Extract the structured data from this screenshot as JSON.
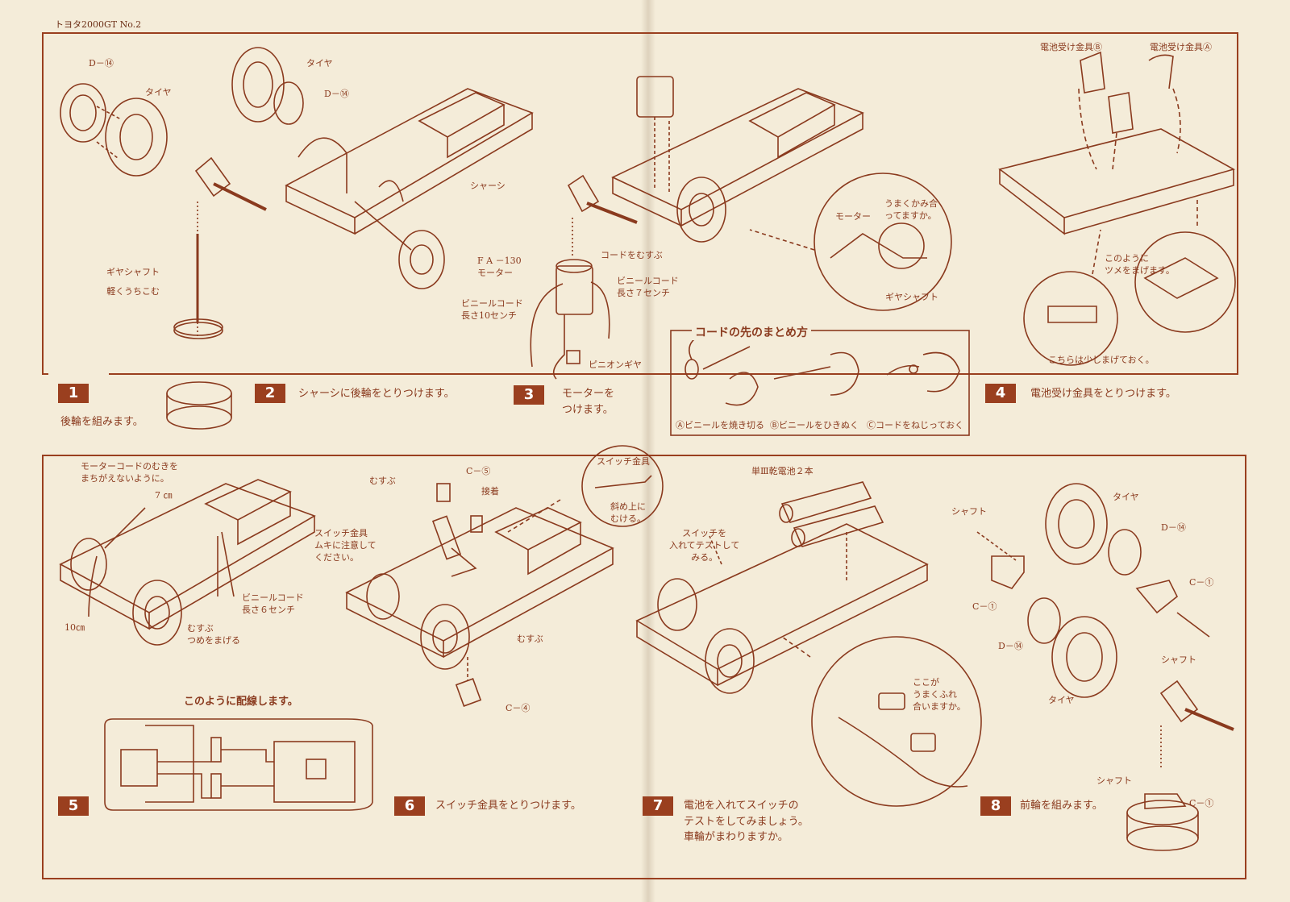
{
  "header": "トヨタ2000GT No.2",
  "steps": [
    {
      "number": "1",
      "caption": "後輪を組みます。"
    },
    {
      "number": "2",
      "caption": "シャーシに後輪をとりつけます。"
    },
    {
      "number": "3",
      "caption": "モーターを\nつけます。"
    },
    {
      "number": "4",
      "caption": "電池受け金具をとりつけます。"
    },
    {
      "number": "5",
      "caption": ""
    },
    {
      "number": "6",
      "caption": "スイッチ金具をとりつけます。"
    },
    {
      "number": "7",
      "caption": "電池を入れてスイッチの\nテストをしてみましょう。\n車輪がまわりますか。"
    },
    {
      "number": "8",
      "caption": "前輪を組みます。"
    }
  ],
  "labels": {
    "s1_d14": "D－⑭",
    "s1_tire": "タイヤ",
    "s1_gearshaft": "ギヤシャフト\n軽くうちこむ",
    "s2_tire": "タイヤ",
    "s2_d14": "D－⑭",
    "s2_chassis": "シャーシ",
    "s3_motor": "F A －130\nモーター",
    "s3_tie": "コードをむすぶ",
    "s3_cord7": "ビニールコード\n長さ７センチ",
    "s3_cord10": "ビニールコード\n長さ10センチ",
    "s3_pinion": "ピニオンギヤ",
    "s3_mesh": "うまくかみ合\nってますか。",
    "s3_motor2": "モーター",
    "s3_gearshaft": "ギヤシャフト",
    "s4_fitB": "電池受け金具Ⓑ",
    "s4_fitA": "電池受け金具Ⓐ",
    "s4_bend": "このように\nツメをまげます。",
    "s4_bendlittle": "こちらは少しまげておく。",
    "cord_box_title": "コードの先のまとめ方",
    "cord_box_a": "Ⓐビニールを焼き切る",
    "cord_box_b": "Ⓑビニールをひきぬく",
    "cord_box_c": "Ⓒコードをねじっておく",
    "s5_direction": "モーターコードのむきを\nまちがえないように。",
    "s5_7cm": "7 ㎝",
    "s5_10cm": "10㎝",
    "s5_cord6": "ビニールコード\n長さ６センチ",
    "s5_tie": "むすぶ\nつめをまげる",
    "s5_wiring": "このように配線します。",
    "s6_tie1": "むすぶ",
    "s6_c5": "C－⑤",
    "s6_glue": "接着",
    "s6_switch": "スイッチ金具\nムキに注意して\nください。",
    "s6_tie2": "むすぶ",
    "s6_c4": "C－④",
    "s6_bubble_title": "スイッチ金具",
    "s6_bubble_note": "斜め上に\nむける。",
    "s7_battery": "単Ⅲ乾電池２本",
    "s7_test": "スイッチを\n入れてテストして\nみる。",
    "s7_contact": "ここが\nうまくふれ\n合いますか。",
    "s8_shaft1": "シャフト",
    "s8_tire1": "タイヤ",
    "s8_d14a": "D－⑭",
    "s8_c1a": "C－①",
    "s8_c1b": "C－①",
    "s8_d14b": "D－⑭",
    "s8_shaft2": "シャフト",
    "s8_tire2": "タイヤ",
    "s8_shaft3": "シャフト",
    "s8_c1c": "C－①"
  },
  "colors": {
    "ink": "#8a3a1e",
    "paper": "#f4ecd9",
    "badge": "#9a3f1f"
  }
}
